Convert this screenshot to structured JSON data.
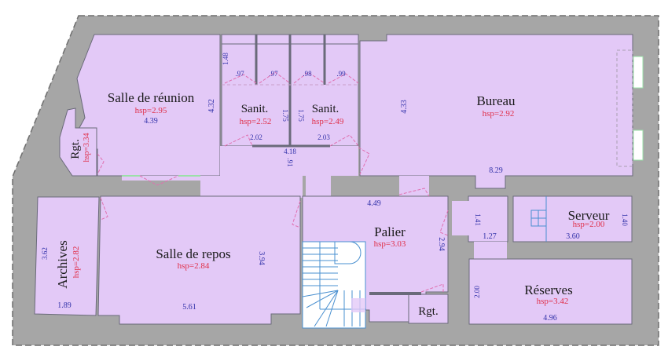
{
  "colors": {
    "wall": "#a6a6a6",
    "wall_stroke": "#6e6e6e",
    "room_fill": "#e3c9f7",
    "room_stroke": "#6a6a7a",
    "label": "#1a1a1a",
    "hsp": "#e0304a",
    "dimension": "#3333aa",
    "door": "#e070b0",
    "stair": "#4a90d0",
    "window": "#9be0a8"
  },
  "rooms": [
    {
      "id": "salle-reunion",
      "name": "Salle de réunion",
      "hsp": "hsp=2.95",
      "dims": [
        "4.39",
        "4.32"
      ]
    },
    {
      "id": "rgt-left",
      "name": "Rgt.",
      "hsp": "hsp=3.34",
      "dims": []
    },
    {
      "id": "sanit-1",
      "name": "Sanit.",
      "hsp": "hsp=2.52",
      "dims": [
        "1.48",
        ".97",
        ".97",
        "1.75",
        "2.02"
      ]
    },
    {
      "id": "sanit-2",
      "name": "Sanit.",
      "hsp": "hsp=2.49",
      "dims": [
        ".98",
        ".99",
        "1.75",
        "2.03"
      ]
    },
    {
      "id": "corridor",
      "name": "",
      "hsp": "",
      "dims": [
        "4.18",
        ".91"
      ]
    },
    {
      "id": "bureau",
      "name": "Bureau",
      "hsp": "hsp=2.92",
      "dims": [
        "4.33",
        "8.29"
      ]
    },
    {
      "id": "archives",
      "name": "Archives",
      "hsp": "hsp=2.82",
      "dims": [
        "3.62",
        "1.89"
      ]
    },
    {
      "id": "salle-repos",
      "name": "Salle de repos",
      "hsp": "hsp=2.84",
      "dims": [
        "3.94",
        "5.61"
      ]
    },
    {
      "id": "palier",
      "name": "Palier",
      "hsp": "hsp=3.03",
      "dims": [
        "4.49",
        "2.94"
      ]
    },
    {
      "id": "rgt-bottom",
      "name": "Rgt.",
      "hsp": "",
      "dims": []
    },
    {
      "id": "sas",
      "name": "",
      "hsp": "",
      "dims": [
        "1.41",
        "1.27"
      ]
    },
    {
      "id": "serveur",
      "name": "Serveur",
      "hsp": "hsp=2.00",
      "dims": [
        "1.40",
        "3.60"
      ]
    },
    {
      "id": "reserves",
      "name": "Réserves",
      "hsp": "hsp=3.42",
      "dims": [
        "2.00",
        "4.96"
      ]
    }
  ]
}
